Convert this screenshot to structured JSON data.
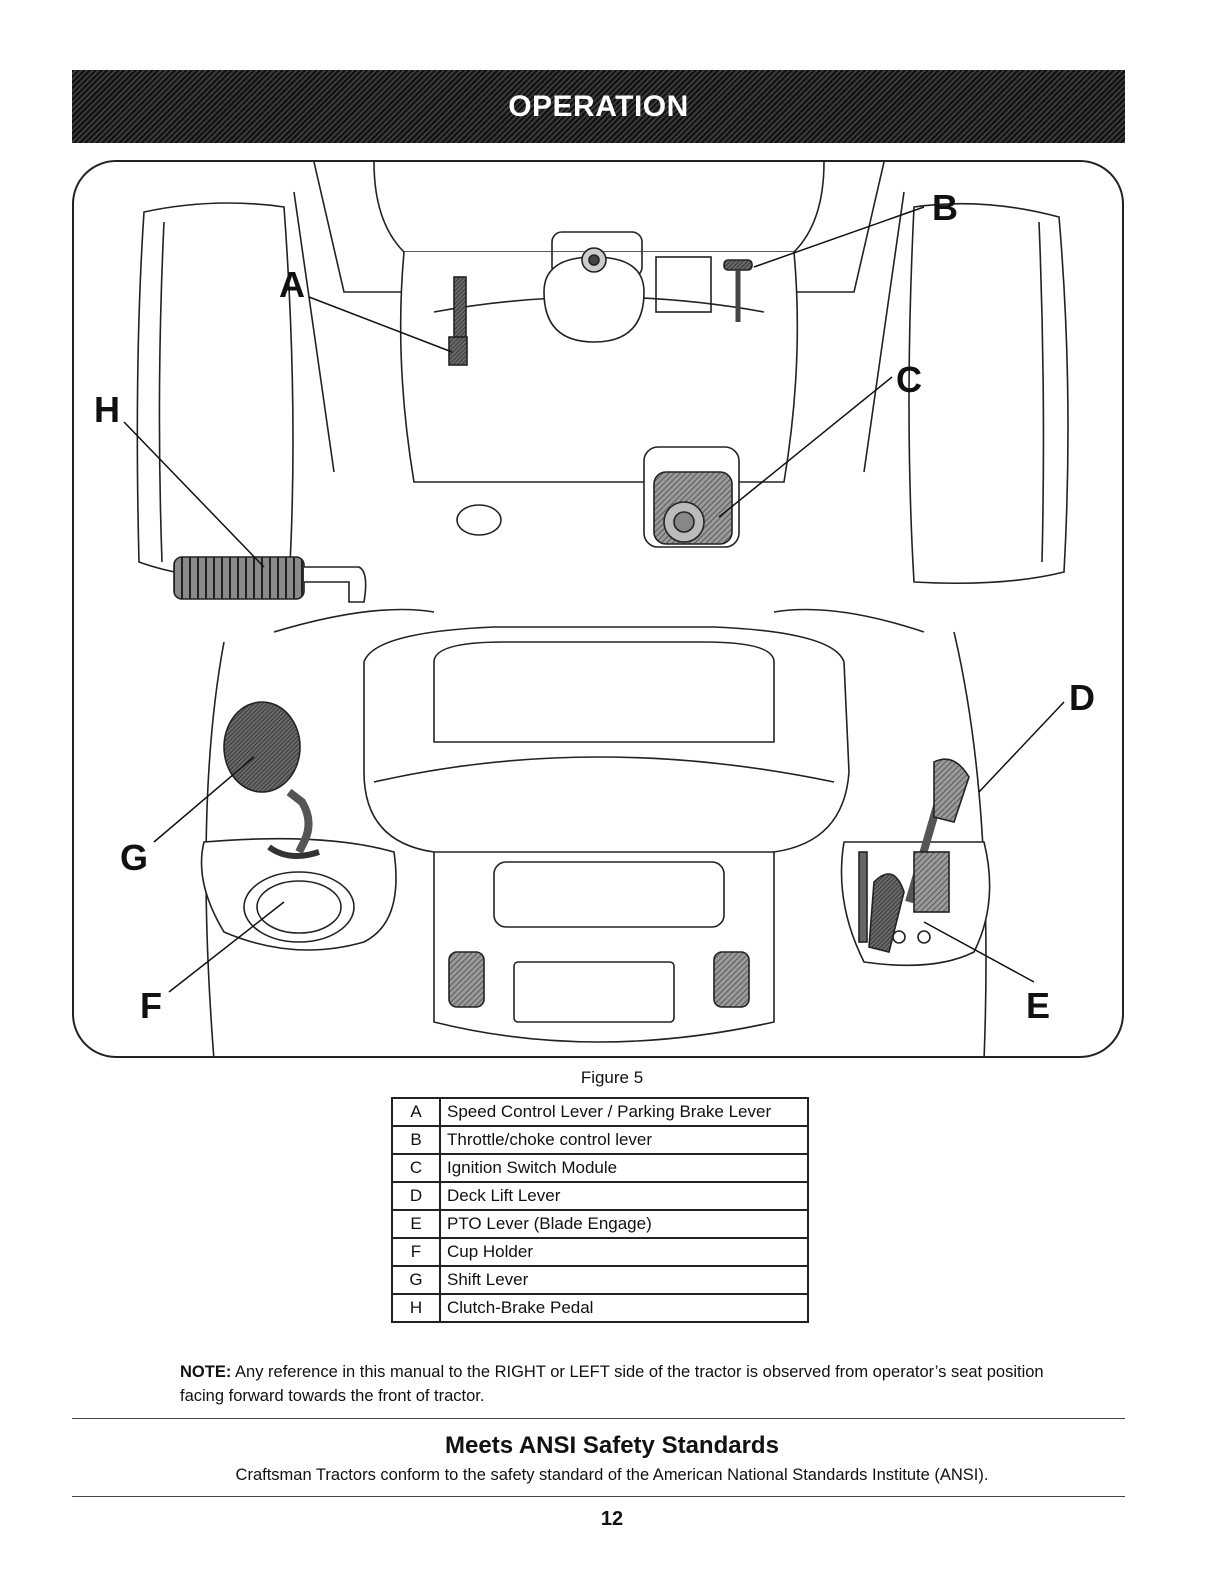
{
  "header": {
    "title": "OPERATION"
  },
  "figure": {
    "callouts": [
      "A",
      "B",
      "C",
      "D",
      "E",
      "F",
      "G",
      "H"
    ],
    "caption": "Figure 5"
  },
  "legend": [
    {
      "key": "A",
      "label": "Speed Control Lever / Parking Brake Lever"
    },
    {
      "key": "B",
      "label": "Throttle/choke control lever"
    },
    {
      "key": "C",
      "label": "Ignition Switch Module"
    },
    {
      "key": "D",
      "label": "Deck Lift Lever"
    },
    {
      "key": "E",
      "label": "PTO Lever (Blade Engage)"
    },
    {
      "key": "F",
      "label": "Cup Holder"
    },
    {
      "key": "G",
      "label": "Shift Lever"
    },
    {
      "key": "H",
      "label": "Clutch-Brake Pedal"
    }
  ],
  "note": {
    "label": "NOTE:",
    "text": " Any reference in this manual to the RIGHT or LEFT side of the tractor is observed from operator’s seat position facing forward towards the front of tractor."
  },
  "ansi": {
    "title": "Meets ANSI Safety Standards",
    "text": "Craftsman Tractors conform to the safety standard of the American National Standards Institute (ANSI)."
  },
  "page_number": "12"
}
